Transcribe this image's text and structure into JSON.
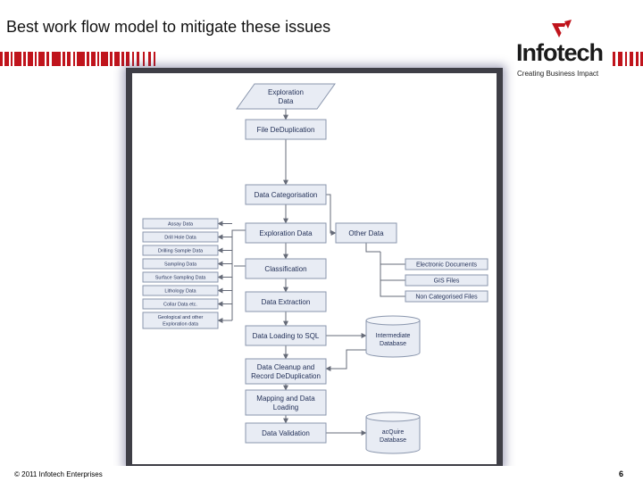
{
  "slide": {
    "title": "Best work flow model to mitigate these issues",
    "footer": "© 2011 Infotech Enterprises",
    "page_number": "6"
  },
  "logo": {
    "name": "Infotech",
    "tagline": "Creating Business Impact",
    "brand_color": "#c0141c"
  },
  "diagram": {
    "main_flow": [
      [
        "Exploration",
        "Data"
      ],
      [
        "File DeDuplication"
      ],
      [
        "Data Categorisation"
      ],
      [
        "Exploration Data"
      ],
      [
        "Classification"
      ],
      [
        "Data Extraction"
      ],
      [
        "Data Loading to SQL"
      ],
      [
        "Data Cleanup and",
        "Record DeDuplication"
      ],
      [
        "Mapping and Data",
        "Loading"
      ],
      [
        "Data Validation"
      ]
    ],
    "other_data": "Other Data",
    "other_items": [
      "Electronic Documents",
      "GIS Files",
      "Non Categorised Files"
    ],
    "exploration_types": [
      [
        "Assay Data"
      ],
      [
        "Drill Hole Data"
      ],
      [
        "Drilling Sample Data"
      ],
      [
        "Sampling Data"
      ],
      [
        "Surface Sampling Data"
      ],
      [
        "Lithology Data"
      ],
      [
        "Collar Data etc."
      ],
      [
        "Geological and other",
        "Exploration data"
      ]
    ],
    "databases": [
      [
        "Intermediate",
        "Database"
      ],
      [
        "acQuire",
        "Database"
      ]
    ],
    "colors": {
      "box_fill": "#e8ecf4",
      "box_stroke": "#8a96ad",
      "text": "#1f2d55",
      "line": "#666b78"
    }
  }
}
